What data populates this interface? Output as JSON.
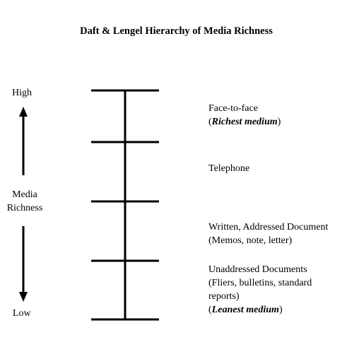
{
  "title": "Daft & Lengel Hierarchy of Media Richness",
  "axis": {
    "high": "High",
    "low": "Low",
    "label_line1": "Media",
    "label_line2": "Richness"
  },
  "levels": [
    {
      "line1": "Face-to-face",
      "line2_open": "(",
      "line2_emph": "Richest medium",
      "line2_close": ")"
    },
    {
      "line1": "Telephone"
    },
    {
      "line1": "Written, Addressed Document",
      "line2": "(Memos, note, letter)"
    },
    {
      "line1": "Unaddressed Documents",
      "line2": "(Fliers, bulletins, standard",
      "line3": "reports)",
      "line4_open": "(",
      "line4_emph": "Leanest medium",
      "line4_close": ")"
    }
  ]
}
